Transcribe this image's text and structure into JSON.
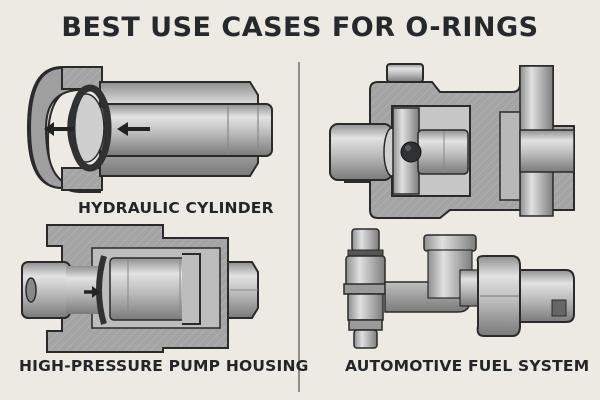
{
  "title": "BEST USE CASES FOR O-RINGS",
  "panels": [
    {
      "id": "hydraulic",
      "caption": "HYDRAULIC CYLINDER"
    },
    {
      "id": "valve",
      "caption": ""
    },
    {
      "id": "pump",
      "caption": "HIGH-PRESSURE PUMP HOUSING"
    },
    {
      "id": "fuel",
      "caption": "AUTOMOTIVE FUEL SYSTEM"
    }
  ],
  "colors": {
    "background": "#ede9e3",
    "metal_light": "#d6d6d6",
    "metal_mid": "#a9a9a9",
    "metal_dark": "#7d7d7d",
    "outline": "#2a2a2a",
    "oring": "#3a3d3f",
    "text": "#26292b"
  }
}
